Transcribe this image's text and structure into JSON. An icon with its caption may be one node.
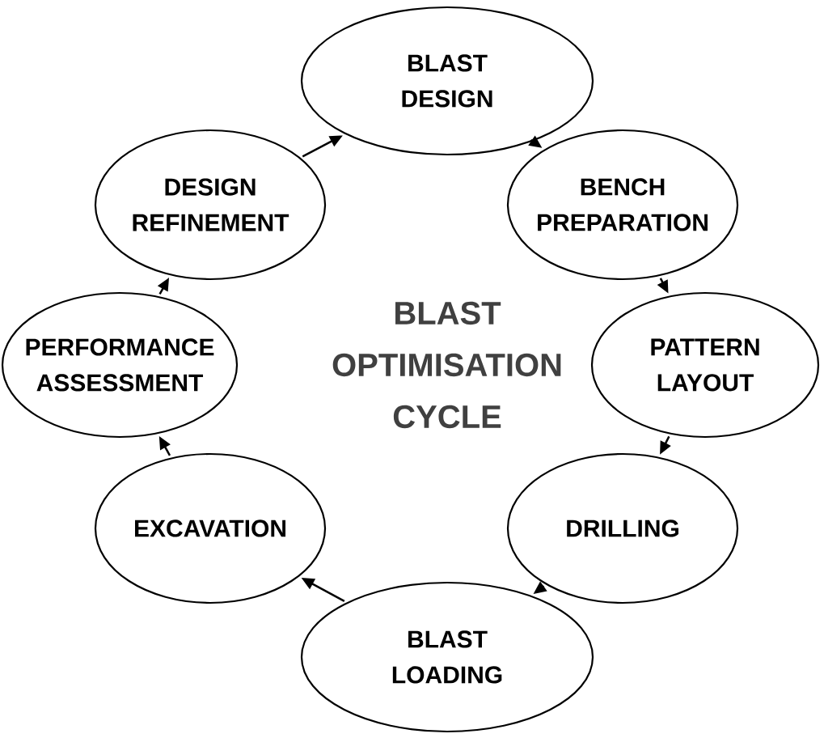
{
  "diagram": {
    "title": "BLAST OPTIMISATION CYCLE",
    "nodes": [
      {
        "text": [
          "BLAST DESIGN"
        ]
      },
      {
        "text": [
          "BENCH PREPARATION"
        ]
      },
      {
        "text": [
          "PATTERN LAYOUT"
        ]
      },
      {
        "text": [
          "DRILLING"
        ]
      },
      {
        "text": [
          "BLAST LOADING"
        ]
      },
      {
        "text": [
          "EXCAVATION"
        ]
      },
      {
        "text": [
          "PERFORMANCE ASSESSMENT"
        ]
      },
      {
        "text": [
          "DESIGN REFINEMENT"
        ]
      }
    ],
    "edges": [
      {
        "from": 0,
        "to": 1,
        "arrow": "to"
      },
      {
        "from": 1,
        "to": 2,
        "arrow": "to"
      },
      {
        "from": 2,
        "to": 3,
        "arrow": "to"
      },
      {
        "from": 3,
        "to": 4,
        "arrow": "to"
      },
      {
        "from": 4,
        "to": 5,
        "arrow": "to"
      },
      {
        "from": 5,
        "to": 6,
        "arrow": "to"
      },
      {
        "from": 6,
        "to": 7,
        "arrow": "to"
      },
      {
        "from": 7,
        "to": 0,
        "arrow": "to"
      }
    ]
  }
}
